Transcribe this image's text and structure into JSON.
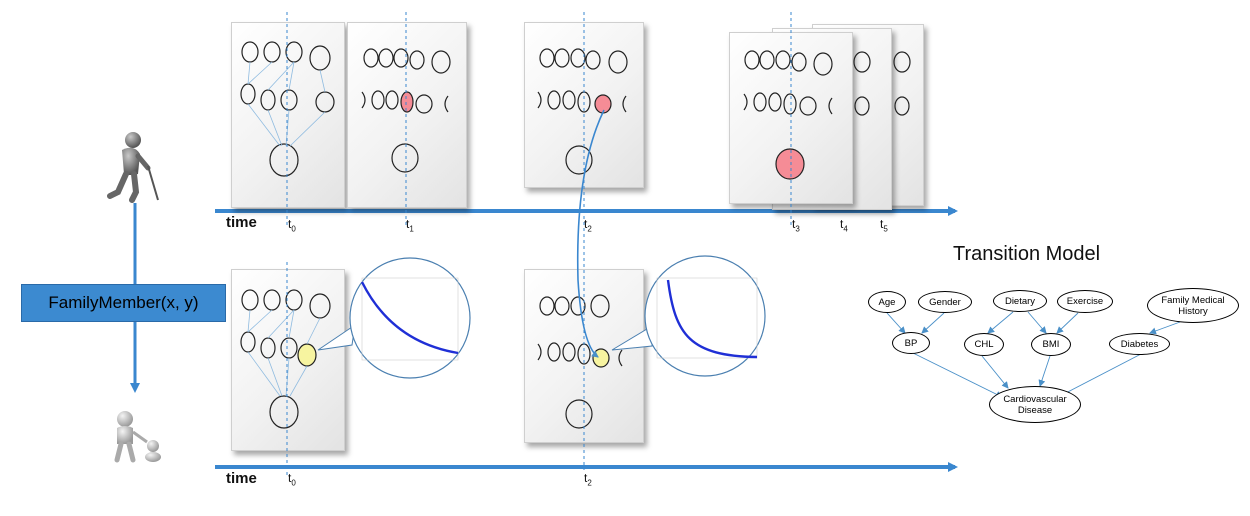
{
  "timeline_label": "time",
  "top_ticks": [
    {
      "base": "t",
      "sub": "0"
    },
    {
      "base": "t",
      "sub": "1"
    },
    {
      "base": "t",
      "sub": "2"
    },
    {
      "base": "t",
      "sub": "3"
    },
    {
      "base": "t",
      "sub": "4"
    },
    {
      "base": "t",
      "sub": "5"
    }
  ],
  "bottom_ticks": [
    {
      "base": "t",
      "sub": "0"
    },
    {
      "base": "t",
      "sub": "2"
    }
  ],
  "relation_label": "FamilyMember(x, y)",
  "transition_model": {
    "title": "Transition Model",
    "nodes": {
      "age": "Age",
      "gender": "Gender",
      "dietary": "Dietary",
      "exercise": "Exercise",
      "family_history": "Family Medical History",
      "bp": "BP",
      "chl": "CHL",
      "bmi": "BMI",
      "diabetes": "Diabetes",
      "cvd": "Cardiovascular Disease"
    }
  },
  "colors": {
    "timeline": "#3a87cf",
    "highlight_red": "#f58c96",
    "highlight_yellow": "#f7f4a0",
    "curve": "#1f2fd6",
    "edge": "#4a90c8"
  }
}
